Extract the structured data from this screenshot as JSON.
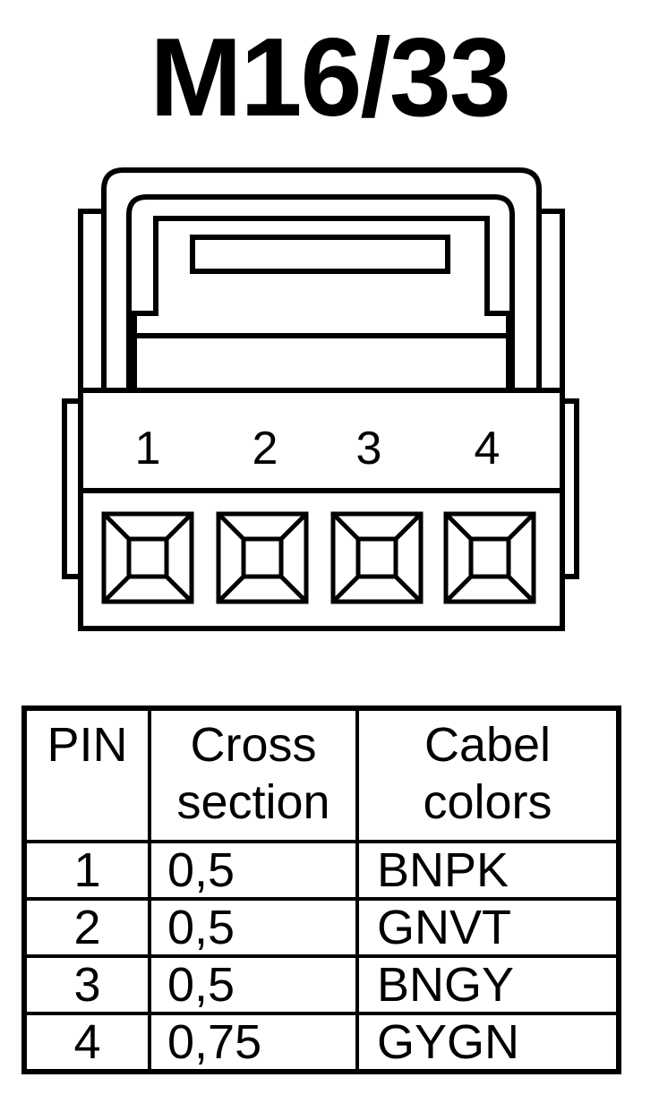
{
  "title": "M16/33",
  "connector": {
    "pin_numbers": [
      "1",
      "2",
      "3",
      "4"
    ],
    "stroke_color": "#000000"
  },
  "table": {
    "headers": {
      "pin": "PIN",
      "cross_section": [
        "Cross",
        "section"
      ],
      "cable_colors": [
        "Cabel",
        "colors"
      ]
    },
    "rows": [
      {
        "pin": "1",
        "cross_section": "0,5",
        "color": "BNPK"
      },
      {
        "pin": "2",
        "cross_section": "0,5",
        "color": "GNVT"
      },
      {
        "pin": "3",
        "cross_section": "0,5",
        "color": "BNGY"
      },
      {
        "pin": "4",
        "cross_section": "0,75",
        "color": "GYGN"
      }
    ]
  }
}
